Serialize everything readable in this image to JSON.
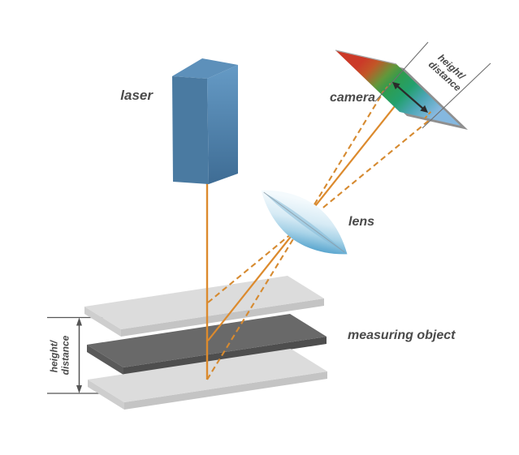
{
  "labels": {
    "laser": "laser",
    "camera": "camera",
    "lens": "lens",
    "measuring_object": "measuring object"
  },
  "camera_scale_label": {
    "line1": "height/",
    "line2": "distance"
  },
  "height_scale_label": {
    "line1": "height/",
    "line2": "distance"
  },
  "colors": {
    "background": "#ffffff",
    "label_text": "#4a4a4a",
    "beam": "#dc8a2d",
    "beam_dashed": "#d68a30",
    "laser_front": "#4a7aa1",
    "laser_top": "#5d90ba",
    "laser_side": [
      "#6499c4",
      "#3f6d95"
    ],
    "lens_gradient": [
      "#f4fafd",
      "#d7ebf5",
      "#a8d3e8",
      "#5ea8d0"
    ],
    "lens_core": "#7fb7d6",
    "lens_axis": "#8a9aa5",
    "sensor_gradient": [
      "#cb3a28",
      "#c25627",
      "#64973a",
      "#2e9c4e",
      "#23a06e",
      "#4ba5b4",
      "#85b8df"
    ],
    "sensor_edge": "#8f8f8f",
    "sensor_arrow": "#2b2b2b",
    "guide_line": "#6f6f6f",
    "plate_light": "#dcdcdc",
    "plate_light_rim": "#c4c4c4",
    "plate_light_end": "#cecece",
    "plate_dark": "#696969",
    "plate_dark_rim": "#4e4e4e",
    "plate_dark_end": "#5a5a5a",
    "dimension_line": "#555555"
  }
}
